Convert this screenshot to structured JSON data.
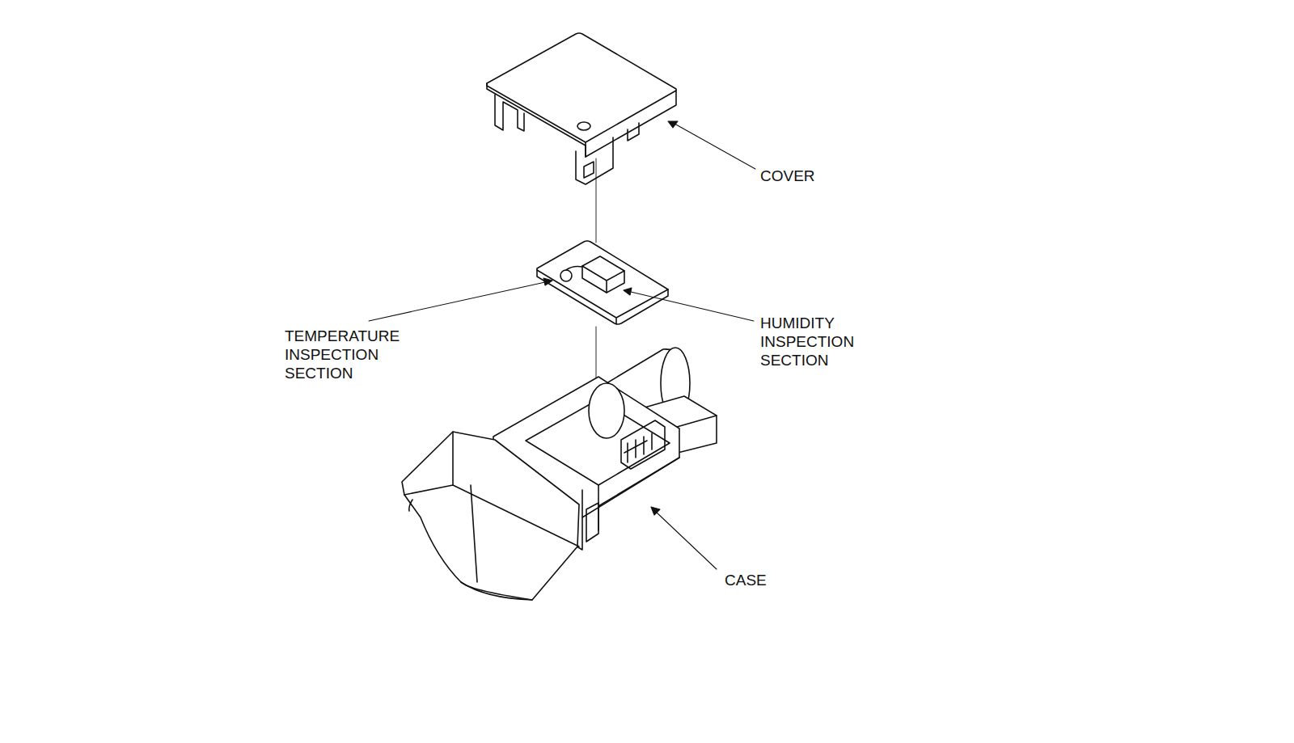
{
  "diagram": {
    "labels": [
      "COVER",
      "TEMPERATURE INSPECTION SECTION",
      "HUMIDITY INSPECTION SECTION",
      "CASE"
    ]
  }
}
